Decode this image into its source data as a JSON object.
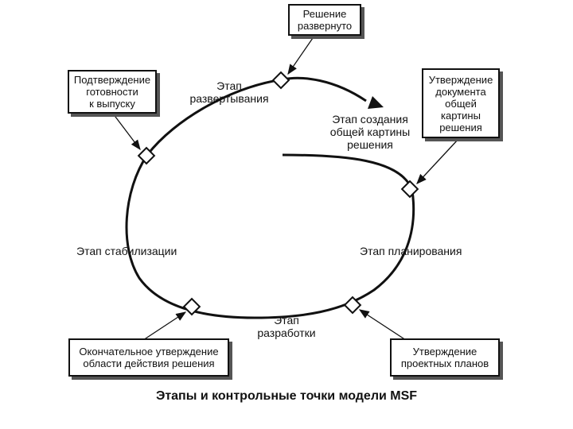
{
  "milestones": {
    "vision_approved": "Решение\nразвернуто",
    "release_readiness": "Подтверждение\nготовности\nк выпуску",
    "vision_doc": "Утверждение\nдокумента\nобщей\nкартины\nрешения",
    "scope_complete": "Окончательное утверждение\nобласти действия решения",
    "project_plans": "Утверждение\nпроектных планов"
  },
  "phases": {
    "deploying": "Этап\nразвертывания",
    "envisioning": "Этап создания\nобщей картины\nрешения",
    "stabilizing": "Этап стабилизации",
    "planning": "Этап планирования",
    "developing": "Этап\nразработки"
  },
  "caption": "Этапы и контрольные точки модели MSF"
}
